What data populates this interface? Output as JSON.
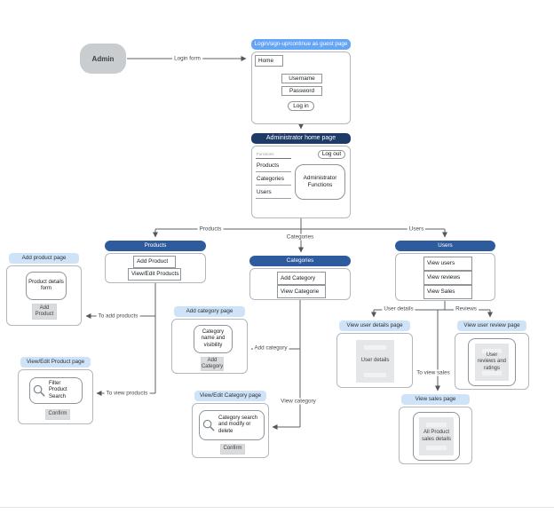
{
  "colors": {
    "bright_blue_header": "#64a5f6",
    "navy_header": "#1e3a66",
    "mid_blue_header": "#2e5b9e",
    "light_blue_header": "#cfe3f8",
    "gray_button": "#dadbdc",
    "doc_placeholder": "#e4e6e8",
    "admin_shape": "#c9cdd0",
    "connector": "#5d6165"
  },
  "nodes": {
    "admin": {
      "label": "Admin"
    },
    "login_page": {
      "title": "Login/sign-up/continue as guest page",
      "home": "Home",
      "username": "Username",
      "password": "Password",
      "login_btn": "Log in"
    },
    "admin_home": {
      "title": "Administrator home page",
      "logout_btn": "Log out",
      "menu_caption": "Functions",
      "menu": [
        "Products",
        "Categories",
        "Users"
      ],
      "functions_box": "Administrator Functions"
    },
    "products": {
      "title": "Products",
      "items": [
        "Add Product",
        "View/Edit Products"
      ]
    },
    "categories": {
      "title": "Categories",
      "items": [
        "Add Category",
        "View Categorie"
      ]
    },
    "users": {
      "title": "Users",
      "items": [
        "View users",
        "View reviews",
        "View Sales"
      ]
    },
    "add_product_page": {
      "title": "Add product page",
      "form": "Product details form",
      "button": "Add Product"
    },
    "view_edit_product_page": {
      "title": "View/Edit Product page",
      "search": "Filter Product Search",
      "button": "Confirm"
    },
    "add_category_page": {
      "title": "Add category page",
      "form": "Category name and visibility",
      "button": "Add Category"
    },
    "view_edit_category_page": {
      "title": "View/Edit Category page",
      "search": "Category search and modify or delete",
      "button": "Confirm"
    },
    "view_user_details_page": {
      "title": "View user details page",
      "doc": "User details"
    },
    "view_user_review_page": {
      "title": "View user review page",
      "doc": "User reviews and ratings"
    },
    "view_sales_page": {
      "title": "View sales page",
      "doc": "All Product sales details"
    }
  },
  "edge_labels": {
    "login_form": "Login form",
    "products": "Products",
    "categories": "Categories",
    "users": "Users",
    "to_add_products": "To add products",
    "to_view_products": "To view products",
    "add_category": "Add category",
    "view_category": "View category",
    "user_details": "User details",
    "reviews": "Reviews",
    "to_view_sales": "To view sales"
  }
}
